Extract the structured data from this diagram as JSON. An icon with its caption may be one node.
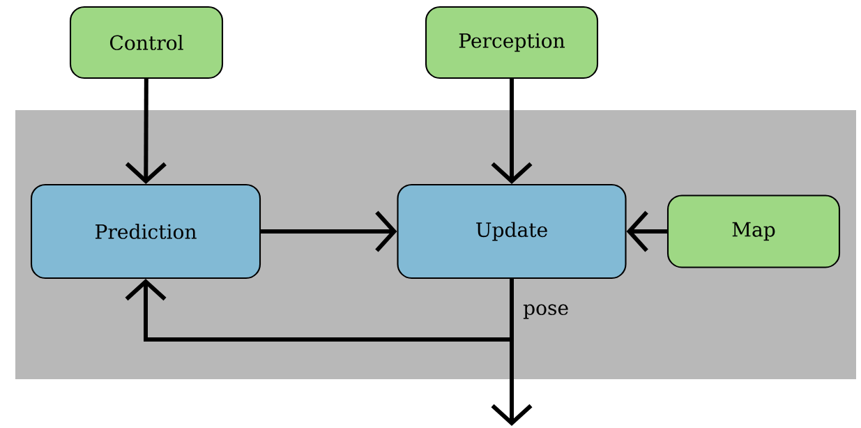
{
  "diagram": {
    "nodes": [
      {
        "text": [
          "Control"
        ]
      },
      {
        "text": [
          "Perception"
        ]
      },
      {
        "text": [],
        "shape": "box"
      },
      {
        "text": [
          "Prediction"
        ],
        "in": 2
      },
      {
        "text": [
          "Update"
        ],
        "in": 2
      },
      {
        "text": [
          "Map"
        ],
        "in": 2
      }
    ],
    "edges": [
      {
        "from": 0,
        "to": 3,
        "arrow": "to"
      },
      {
        "from": 1,
        "to": 4,
        "arrow": "to"
      },
      {
        "from": 3,
        "to": 4,
        "arrow": "to"
      },
      {
        "from": 5,
        "to": 4,
        "arrow": "to"
      },
      {
        "from": 4,
        "to": 3,
        "arrow": "to"
      },
      {
        "from": 4,
        "to": null,
        "arrow": "to",
        "label": "pose"
      }
    ]
  }
}
